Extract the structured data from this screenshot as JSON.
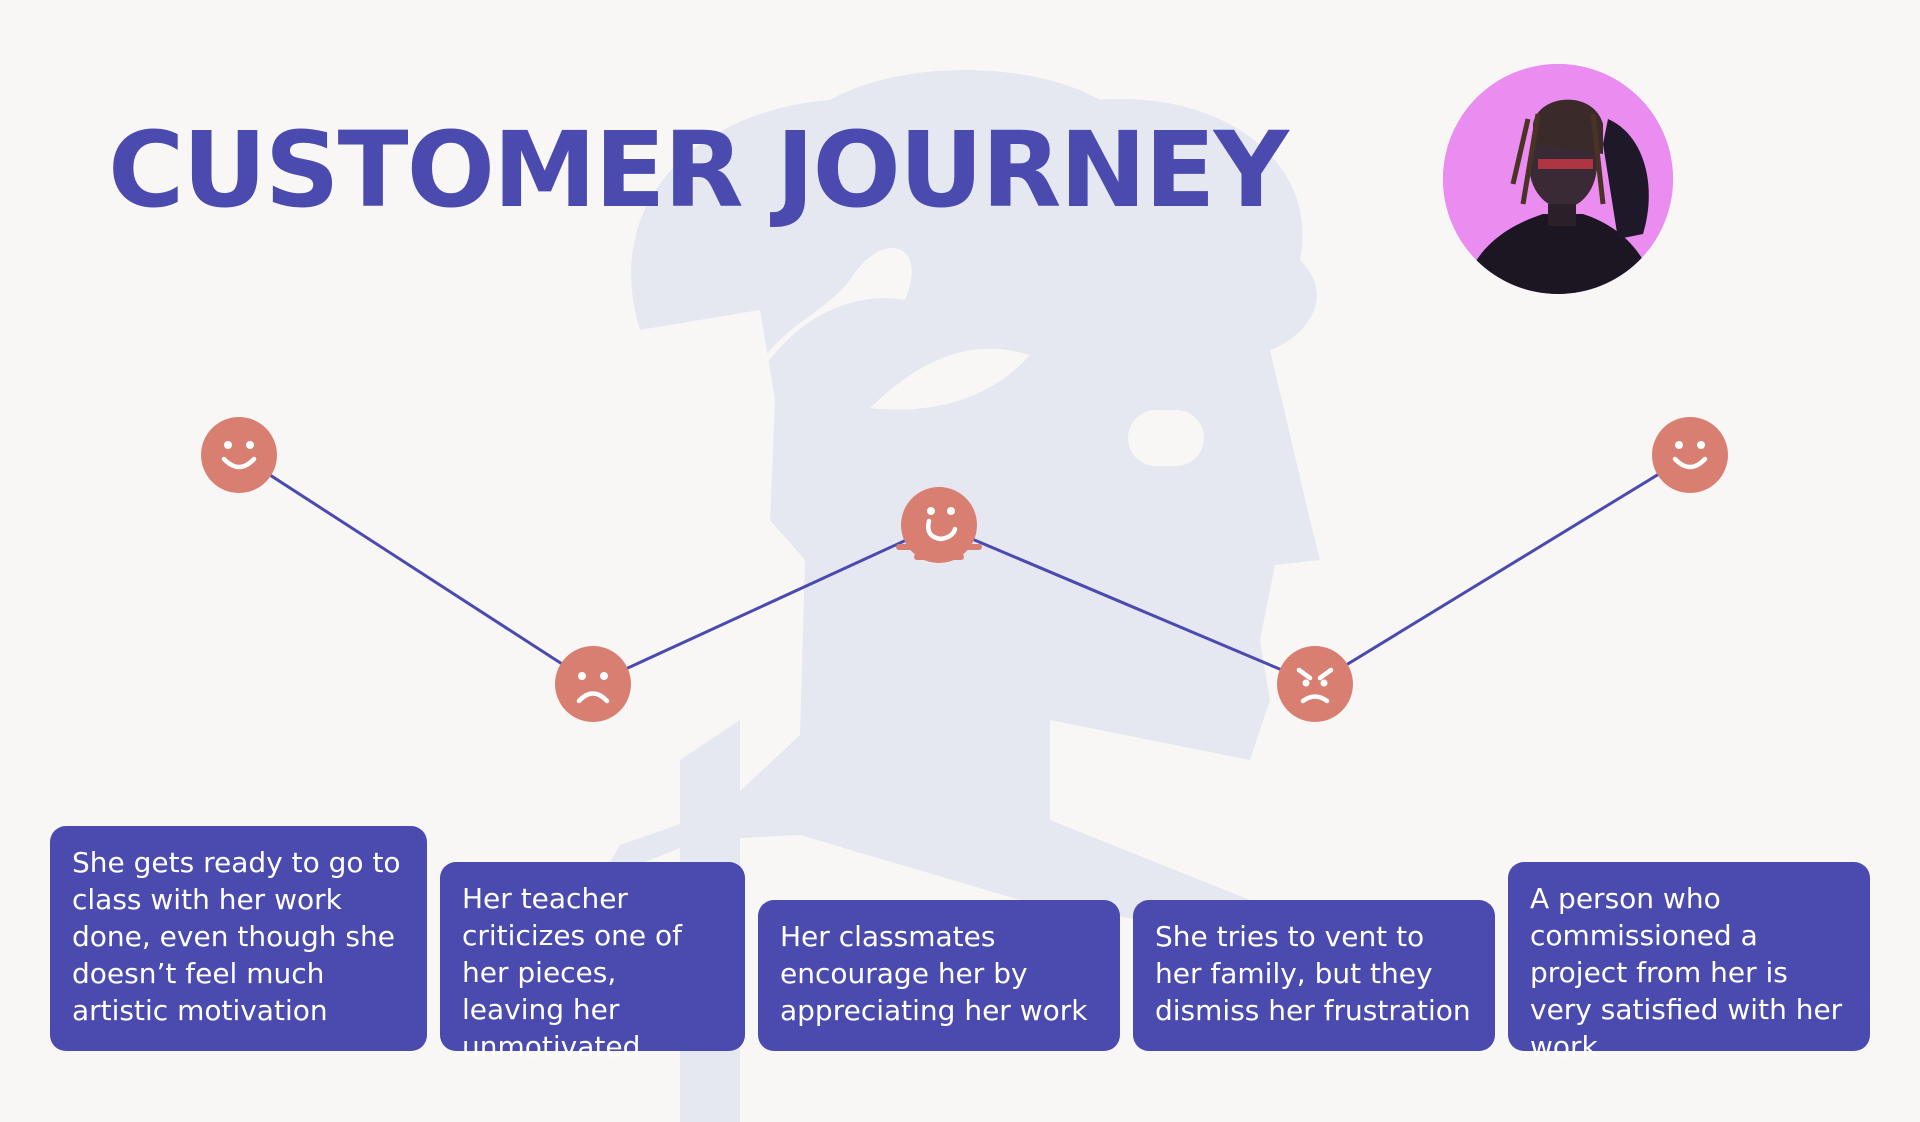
{
  "title": "CUSTOMER JOURNEY",
  "colors": {
    "accent": "#4a4aaf",
    "face": "#d97f72",
    "background": "#f8f7f6",
    "watermark": "#e6e8f1",
    "line": "#4a4aaf"
  },
  "avatar": {
    "icon": "person-photo"
  },
  "journey": {
    "levels": [
      "happy",
      "sad",
      "content",
      "angry",
      "happy"
    ],
    "stages": [
      {
        "mood": "happy",
        "icon": "smile-face-icon",
        "text": "She gets ready to go to class with her work done, even though she doesn’t feel much artistic motivation"
      },
      {
        "mood": "sad",
        "icon": "sad-face-icon",
        "text": "Her teacher criticizes one of her pieces, leaving her unmotivated"
      },
      {
        "mood": "content",
        "icon": "content-face-icon",
        "text": "Her classmates encourage her by appreciating her work"
      },
      {
        "mood": "angry",
        "icon": "angry-face-icon",
        "text": "She tries to vent to her family, but they dismiss her frustration"
      },
      {
        "mood": "happy",
        "icon": "smile-face-icon",
        "text": "A person who commissioned a project from her is very satisfied with her work"
      }
    ]
  }
}
